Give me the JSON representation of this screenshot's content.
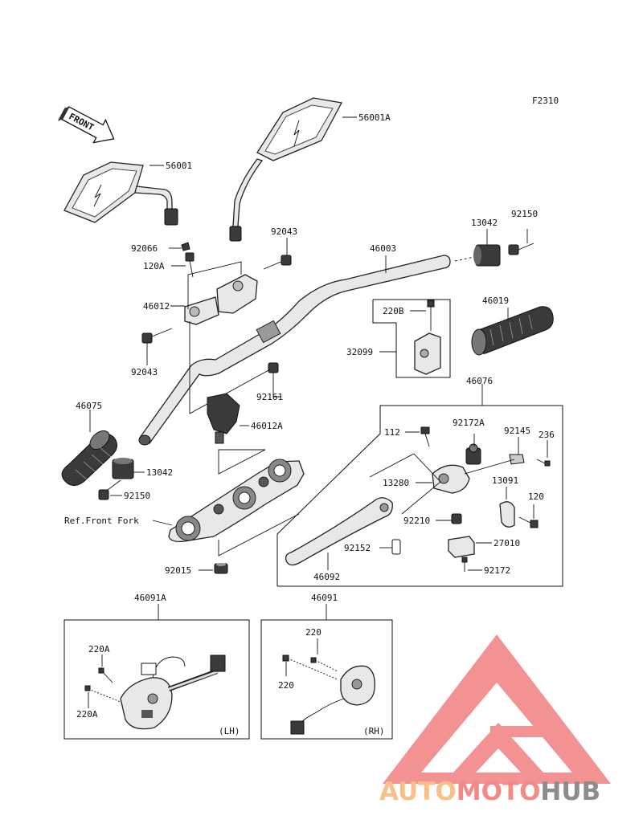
{
  "figure_code": "F2310",
  "front_arrow_text": "FRONT",
  "ref_text": "Ref.Front Fork",
  "side_labels": {
    "lh": "(LH)",
    "rh": "(RH)"
  },
  "watermark": {
    "auto": "AUTO",
    "moto": "MOTO",
    "hub": "HUB",
    "colors": {
      "auto": "#f7c08a",
      "moto": "#f28a8a",
      "hub": "#8c8c8c",
      "logo": "#f28080"
    }
  },
  "callouts": {
    "c56001A": "56001A",
    "c56001": "56001",
    "c92043a": "92043",
    "c92066": "92066",
    "c120A": "120A",
    "c46003": "46003",
    "c13042a": "13042",
    "c92150a": "92150",
    "c46012": "46012",
    "c220B": "220B",
    "c46019": "46019",
    "c32099": "32099",
    "c92043b": "92043",
    "c92161": "92161",
    "c46076": "46076",
    "c46075": "46075",
    "c46012A": "46012A",
    "c112": "112",
    "c92172A": "92172A",
    "c92145": "92145",
    "c236": "236",
    "c13042b": "13042",
    "c13280": "13280",
    "c13091": "13091",
    "c92150b": "92150",
    "c120": "120",
    "c92210": "92210",
    "c27010": "27010",
    "c92152": "92152",
    "c92015": "92015",
    "c46092": "46092",
    "c92172": "92172",
    "c46091A": "46091A",
    "c46091": "46091",
    "c220Aa": "220A",
    "c220Ab": "220A",
    "c220a": "220",
    "c220b": "220"
  }
}
